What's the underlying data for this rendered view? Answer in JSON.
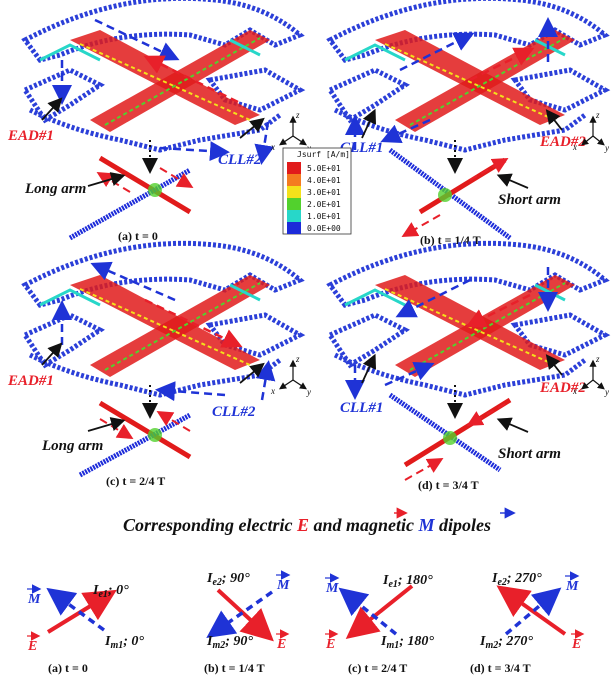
{
  "panels": [
    {
      "caption": "(a) t = 0",
      "dipole_label": "EAD#1",
      "loop_label": "CLL#2",
      "arm_label": "Long arm"
    },
    {
      "caption": "(b) t = 1/4 T",
      "dipole_label": "EAD#2",
      "loop_label": "CLL#1",
      "arm_label": "Short arm"
    },
    {
      "caption": "(c) t = 2/4 T",
      "dipole_label": "EAD#1",
      "loop_label": "CLL#2",
      "arm_label": "Long arm"
    },
    {
      "caption": "(d) t = 3/4 T",
      "dipole_label": "EAD#2",
      "loop_label": "CLL#1",
      "arm_label": "Short arm"
    }
  ],
  "legend": {
    "title": "Jsurf [A/m]",
    "entries": [
      {
        "value": "5.0E+01",
        "color": "#e11b1b"
      },
      {
        "value": "4.0E+01",
        "color": "#f47b20"
      },
      {
        "value": "3.0E+01",
        "color": "#f4e11b"
      },
      {
        "value": "2.0E+01",
        "color": "#52d12d"
      },
      {
        "value": "1.0E+01",
        "color": "#27d7c9"
      },
      {
        "value": "0.0E+00",
        "color": "#1c2bd9"
      }
    ]
  },
  "axes": {
    "z": "z",
    "x": "x",
    "y": "y"
  },
  "dipoles": {
    "title_parts": [
      "Corresponding electric ",
      "E",
      " and magnetic ",
      "M",
      " dipoles"
    ],
    "items": [
      {
        "caption": "(a) t = 0",
        "e_label": "E",
        "m_label": "M",
        "ie_label": "I",
        "ie_sub": "e1",
        "ie_phase": "; 0°",
        "im_label": "I",
        "im_sub": "m1",
        "im_phase": "; 0°"
      },
      {
        "caption": "(b) t = 1/4 T",
        "e_label": "E",
        "m_label": "M",
        "ie_label": "I",
        "ie_sub": "e2",
        "ie_phase": "; 90°",
        "im_label": "I",
        "im_sub": "m2",
        "im_phase": "; 90°"
      },
      {
        "caption": "(c) t = 2/4 T",
        "e_label": "E",
        "m_label": "M",
        "ie_label": "I",
        "ie_sub": "e1",
        "ie_phase": "; 180°",
        "im_label": "I",
        "im_sub": "m1",
        "im_phase": "; 180°"
      },
      {
        "caption": "(d) t = 3/4 T",
        "e_label": "E",
        "m_label": "M",
        "ie_label": "I",
        "ie_sub": "e2",
        "ie_phase": "; 270°",
        "im_label": "I",
        "im_sub": "m2",
        "im_phase": "; 270°"
      }
    ]
  },
  "colors": {
    "electric": "#e8202a",
    "magnetic": "#1f33d6",
    "outline": "#d9a0c0"
  }
}
